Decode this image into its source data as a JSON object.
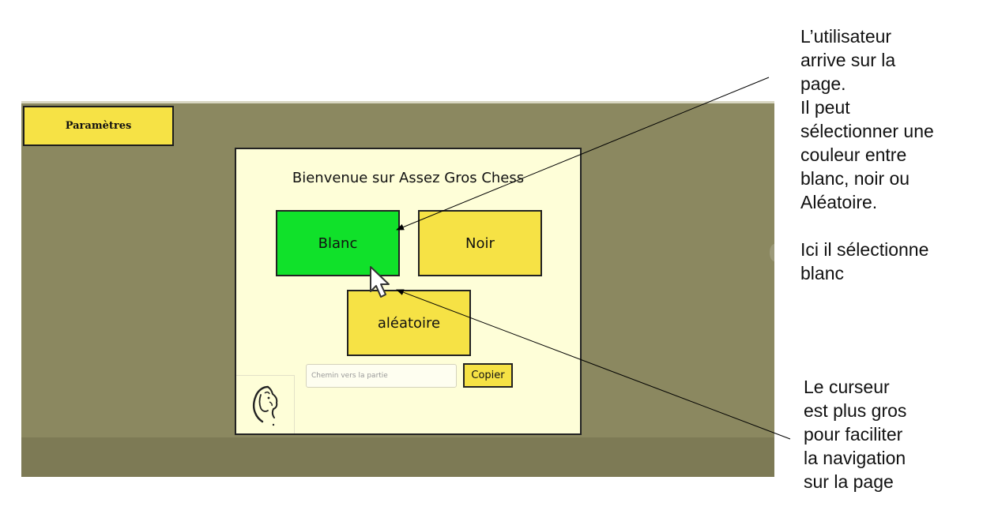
{
  "app": {
    "settings_button": "Paramètres"
  },
  "welcome": {
    "title": "Bienvenue sur Assez Gros Chess",
    "choices": {
      "white": "Blanc",
      "black": "Noir",
      "random": "aléatoire"
    },
    "selected_choice": "white",
    "path_input": {
      "placeholder": "Chemin vers la partie",
      "value": ""
    },
    "copy_button": "Copier",
    "logo_icon": "horse-head-logo-icon"
  },
  "colors": {
    "background": "#8b8860",
    "panel": "#fefed8",
    "button_yellow": "#f6e245",
    "selected_green": "#10e12a"
  },
  "annotations": {
    "top": "L’utilisateur\narrive sur la\npage.\nIl peut\nsélectionner une\ncouleur entre\nblanc, noir ou\nAléatoire.\n\nIci il sélectionne\nblanc",
    "bottom": "Le curseur\nest plus gros\npour faciliter\nla navigation\nsur la page"
  }
}
